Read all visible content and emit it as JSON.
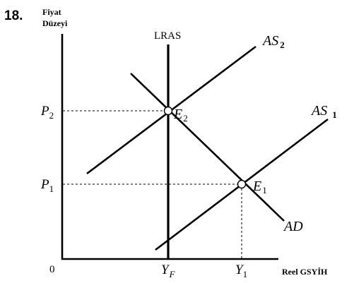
{
  "question": {
    "number": "18."
  },
  "axes": {
    "y_title_line1": "Fiyat",
    "y_title_line2": "Düzeyi",
    "x_title": "Reel GSYİH",
    "origin": "0"
  },
  "curves": {
    "lras": "LRAS",
    "as2": {
      "main": "AS",
      "sub": "2"
    },
    "as1": {
      "main": "AS",
      "sub": "1"
    },
    "ad": "AD"
  },
  "points": {
    "e2": {
      "main": "E",
      "sub": "2"
    },
    "e1": {
      "main": "E",
      "sub": "1"
    }
  },
  "ticks": {
    "p2": {
      "main": "P",
      "sub": "2"
    },
    "p1": {
      "main": "P",
      "sub": "1"
    },
    "yf": {
      "main": "Y",
      "sub": "F"
    },
    "y1": {
      "main": "Y",
      "sub": "1"
    }
  }
}
